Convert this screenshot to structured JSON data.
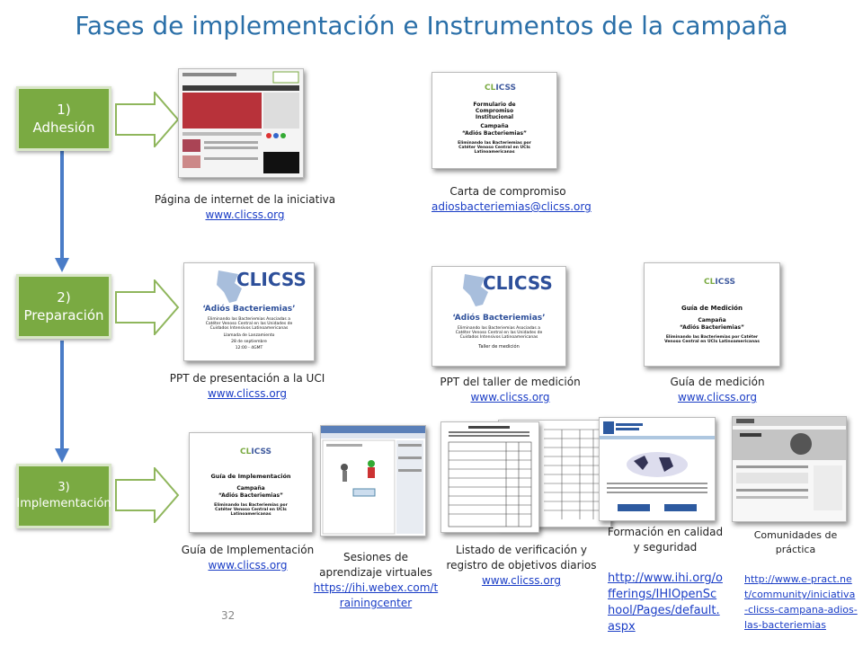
{
  "title": "Fases de implementación e Instrumentos de la campaña",
  "phases": [
    {
      "num": "1)",
      "label": "Adhesión"
    },
    {
      "num": "2)",
      "label": "Preparación"
    },
    {
      "num": "3)",
      "label": "Implementación"
    }
  ],
  "row1": {
    "web": {
      "caption": "Página de internet de la iniciativa",
      "link": "www.clicss.org"
    },
    "carta": {
      "caption": "Carta de compromiso",
      "link": "adiosbacteriemias@clicss.org",
      "doc_title": "Formulario de Compromiso Institucional",
      "doc_campaign": "Campaña",
      "doc_campaign_name": "“Adiós Bacteriemias”",
      "doc_sub": "Eliminando las Bacteriemias por Catéter Venoso Central en UCIs Latinoamericanas"
    }
  },
  "row2": {
    "ppt_uci": {
      "caption": "PPT de presentación a la UCI",
      "link": "www.clicss.org",
      "logo": "CLICSS",
      "doc_campaign_name": "‘Adiós Bacteriemias’",
      "doc_sub": "Eliminando las Bacteriemias Asociadas a Catéter Venoso Central en las Unidades de Cuidados Intensivos Latinoamericanas",
      "doc_extra1": "Llamada de Lanzamiento",
      "doc_extra2": "28 de septiembre",
      "doc_extra3": "12:00 - 4GMT"
    },
    "ppt_taller": {
      "caption": "PPT del taller de medición",
      "link": "www.clicss.org",
      "logo": "CLICSS",
      "doc_campaign_name": "‘Adiós Bacteriemias’",
      "doc_sub": "Eliminando las Bacteriemias Asociadas a Catéter Venoso Central en las Unidades de Cuidados Intensivos Latinoamericanas",
      "doc_extra1": "Taller de medición"
    },
    "guia_med": {
      "caption": "Guía de medición",
      "link": "www.clicss.org",
      "doc_title": "Guía de Medición",
      "doc_campaign": "Campaña",
      "doc_campaign_name": "“Adiós Bacteriemias”",
      "doc_sub": "Eliminando las Bacteriemias por Catéter Venoso Central en UCIs Latinoamericanas"
    }
  },
  "row3": {
    "guia_impl": {
      "caption": "Guía de Implementación",
      "link": "www.clicss.org",
      "doc_title": "Guía de Implementación",
      "doc_campaign": "Campaña",
      "doc_campaign_name": "“Adiós Bacteriemias”",
      "doc_sub": "Eliminando las Bacteriemias por Catéter Venoso Central en UCIs Latinoamericanas"
    },
    "sesiones": {
      "caption": "Sesiones de aprendizaje virtuales",
      "link": "https://ihi.webex.com/trainingcenter"
    },
    "listado": {
      "caption": "Listado de verificación y registro de objetivos diarios",
      "link": "www.clicss.org"
    },
    "formacion": {
      "caption": "Formación en calidad y seguridad",
      "link": "http://www.ihi.org/offerings/IHIOpenSchool/Pages/default.aspx"
    },
    "comunidades": {
      "caption": "Comunidades de práctica",
      "link": "http://www.e-pract.net/community/iniciativa-clicss-campana-adios-las-bacteriemias"
    }
  },
  "page_number": "32",
  "colors": {
    "title": "#2a6fa8",
    "phase_box": "#7aaa42",
    "arrow": "#4a7cc7",
    "link": "#1a3dc6"
  }
}
